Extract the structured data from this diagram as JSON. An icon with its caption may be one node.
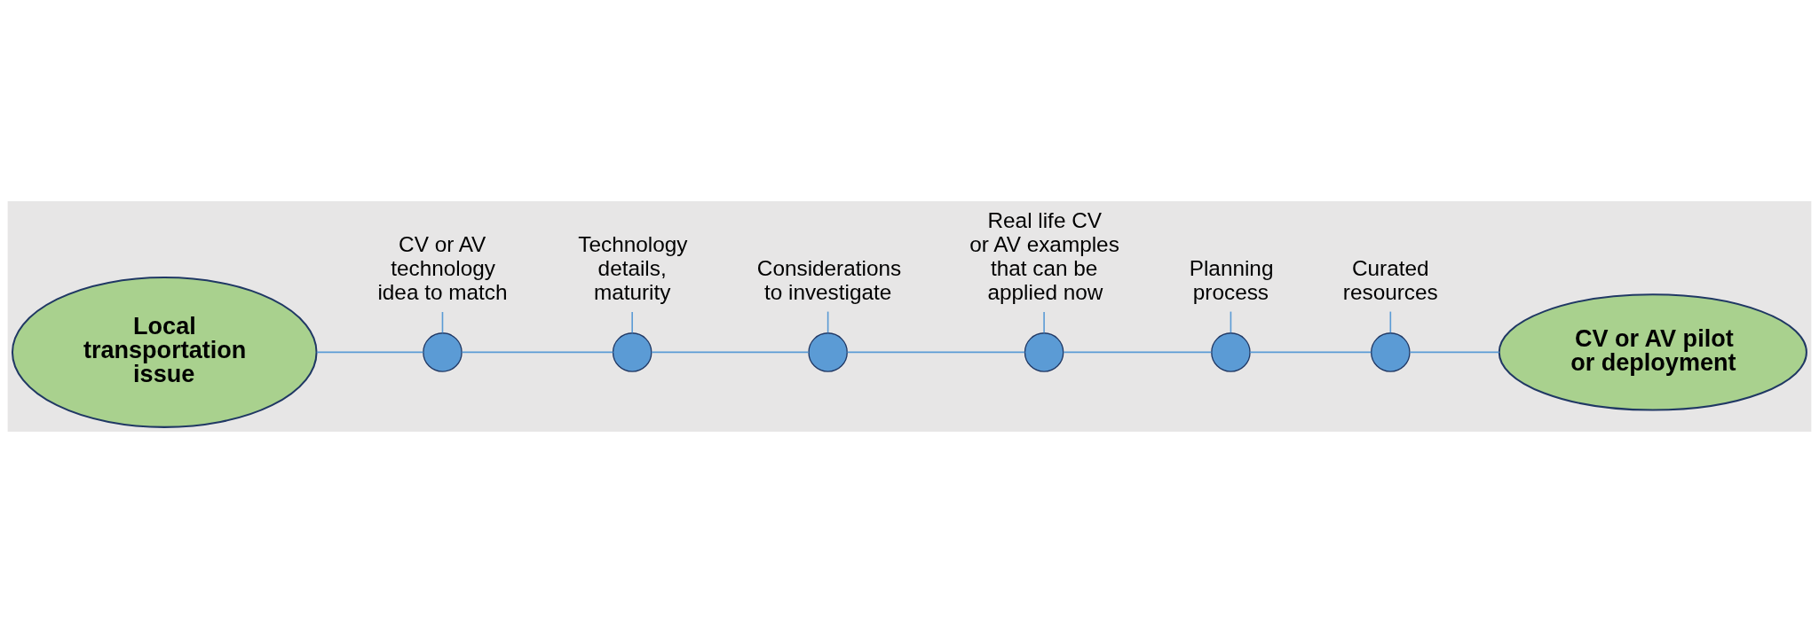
{
  "diagram": {
    "nodes": [
      {
        "text": [
          "Local transportation issue"
        ]
      },
      {
        "text": [],
        "shape": "circle"
      },
      {
        "text": [],
        "shape": "circle"
      },
      {
        "text": [],
        "shape": "circle"
      },
      {
        "text": [],
        "shape": "circle"
      },
      {
        "text": [],
        "shape": "circle"
      },
      {
        "text": [],
        "shape": "circle"
      },
      {
        "text": [
          "CV or AV pilot or deployment"
        ]
      },
      {
        "text": [
          "CV or AV technology idea to match"
        ]
      },
      {
        "text": [
          "Technology details, maturity"
        ]
      },
      {
        "text": [
          "Considerations to investigate"
        ]
      },
      {
        "text": [
          "Real life CV or AV examples that can be applied now"
        ]
      },
      {
        "text": [
          "Planning process"
        ]
      },
      {
        "text": [
          "Curated resources"
        ]
      }
    ],
    "edges": [
      {
        "from": 0,
        "to": 1,
        "arrow": "none"
      },
      {
        "from": 1,
        "to": 2,
        "arrow": "none"
      },
      {
        "from": 2,
        "to": 3,
        "arrow": "none"
      },
      {
        "from": 3,
        "to": 4,
        "arrow": "none"
      },
      {
        "from": 4,
        "to": 5,
        "arrow": "none"
      },
      {
        "from": 5,
        "to": 6,
        "arrow": "none"
      },
      {
        "from": 6,
        "to": 7,
        "arrow": "none"
      },
      {
        "from": 8,
        "to": 1,
        "arrow": "none"
      },
      {
        "from": 9,
        "to": 2,
        "arrow": "none"
      },
      {
        "from": 10,
        "to": 3,
        "arrow": "none"
      },
      {
        "from": 11,
        "to": 4,
        "arrow": "none"
      },
      {
        "from": 12,
        "to": 5,
        "arrow": "none"
      },
      {
        "from": 13,
        "to": 6,
        "arrow": "none"
      }
    ]
  }
}
